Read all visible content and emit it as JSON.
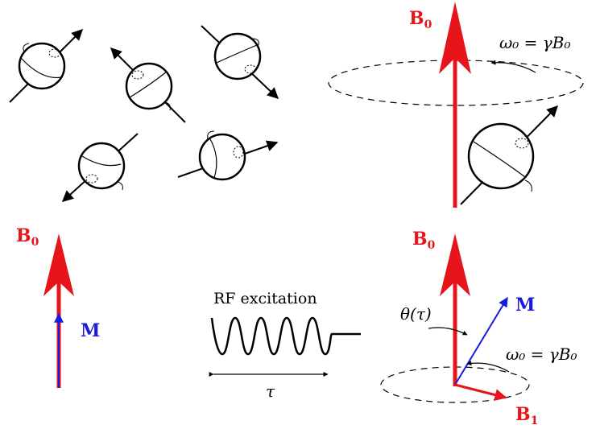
{
  "labels": {
    "b0_top": "B",
    "b0_top_sub": "0",
    "b0_left": "B",
    "b0_left_sub": "0",
    "b0_right": "B",
    "b0_right_sub": "0",
    "m_left": "M",
    "m_right": "M",
    "b1": "B",
    "b1_sub": "1",
    "omega_top": "ω₀ = γB₀",
    "omega_bottom": "ω₀ = γB₀",
    "theta": "θ(τ)",
    "rf": "RF excitation",
    "tau": "τ"
  },
  "colors": {
    "b_field": "#e8141c",
    "magnetization": "#1a1ae0",
    "ink": "#000000"
  }
}
